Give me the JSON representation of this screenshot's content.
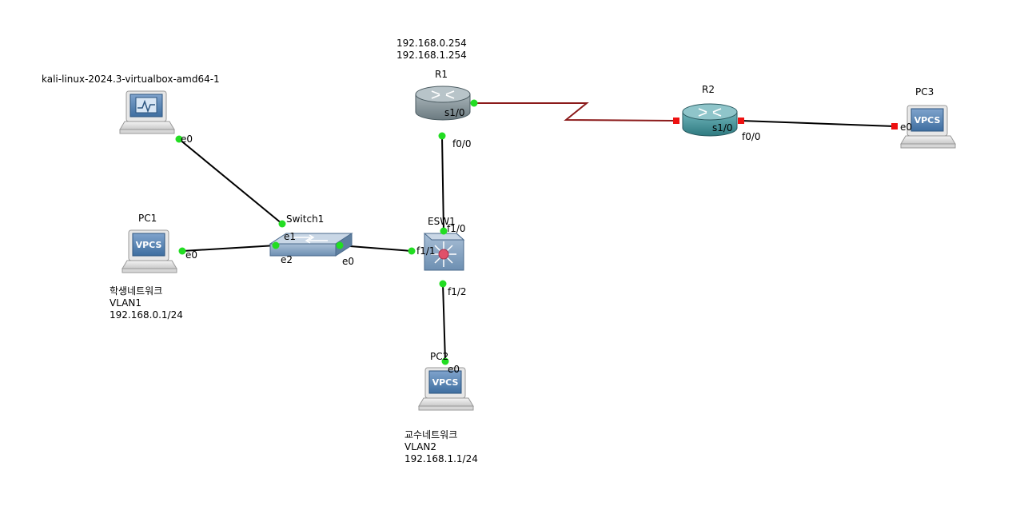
{
  "nodes": {
    "kali": {
      "label": "kali-linux-2024.3-virtualbox-amd64-1"
    },
    "pc1": {
      "label": "PC1",
      "screen_text": "VPCS"
    },
    "pc2": {
      "label": "PC2",
      "screen_text": "VPCS"
    },
    "pc3": {
      "label": "PC3",
      "screen_text": "VPCS"
    },
    "switch1": {
      "label": "Switch1"
    },
    "esw1": {
      "label": "ESW1"
    },
    "r1": {
      "label": "R1"
    },
    "r2": {
      "label": "R2"
    }
  },
  "ports": {
    "kali_e0": "e0",
    "switch1_e1": "e1",
    "switch1_e2": "e2",
    "switch1_e0": "e0",
    "pc1_e0": "e0",
    "esw1_f1_0": "f1/0",
    "esw1_f1_1": "f1/1",
    "esw1_f1_2": "f1/2",
    "pc2_e0": "e0",
    "r1_s1_0": "s1/0",
    "r1_f0_0": "f0/0",
    "r2_s1_0": "s1/0",
    "r2_f0_0": "f0/0",
    "pc3_e0": "e0"
  },
  "notes": {
    "r1_ips": {
      "line1": "192.168.0.254",
      "line2": "192.168.1.254"
    },
    "pc1_info": {
      "line1": "학생네트워크",
      "line2": "VLAN1",
      "line3": "192.168.0.1/24"
    },
    "pc2_info": {
      "line1": "교수네트워크",
      "line2": "VLAN2",
      "line3": "192.168.1.1/24"
    }
  },
  "colors": {
    "link": "#000000",
    "serial_link": "#8b1a1a",
    "port_up": "#22dd22",
    "port_down": "#ee1111",
    "device_blue": "#5a7ea8",
    "router_r1": "#7d8c92",
    "router_r2": "#3f8c92"
  }
}
